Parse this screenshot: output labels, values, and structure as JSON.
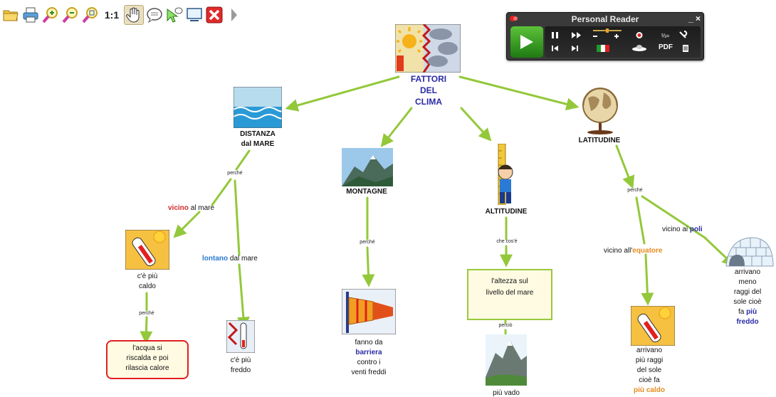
{
  "toolbar": {
    "zoom_label": "1:1",
    "icons": [
      "open-folder-icon",
      "print-icon",
      "zoom-in-icon",
      "zoom-out-icon",
      "zoom-search-icon",
      "actual-size-icon",
      "hand-icon",
      "speech-bubble-icon",
      "pointer-speech-icon",
      "screen-icon",
      "close-icon",
      "next-arrow-icon"
    ]
  },
  "reader": {
    "title": "Personal Reader",
    "minimize": "_",
    "close": "×",
    "pdf": "PDF"
  },
  "concept_map": {
    "root": [
      "FATTORI",
      "DEL",
      "CLIMA"
    ],
    "distanza": [
      "DISTANZA",
      "dal  MARE"
    ],
    "montagne": "MONTAGNE",
    "altitudine": "ALTITUDINE",
    "latitudine": "LATITUDINE",
    "perche": "perché",
    "vicino": "vicino",
    "al_mare": "al mare",
    "lontano": "lontano",
    "dal_mare": "dal mare",
    "caldo": [
      "c'è  più",
      "caldo"
    ],
    "freddo": [
      "c'è  più",
      "freddo"
    ],
    "acqua": [
      "l'acqua  si",
      "riscalda   e poi",
      "rilascia  calore"
    ],
    "barriera": [
      "fanno   da",
      "barriera",
      "contro   i",
      "venti  freddi"
    ],
    "che_cose": "che   cos'è",
    "altezza": [
      "l'altezza   sul",
      "livello  del  mare"
    ],
    "percio": "perciò",
    "piu_vado": "più   vado",
    "vicino_ai": "vicino  ai",
    "poli": "poli",
    "vicino_all": "vicino  all'",
    "equatore": "equatore",
    "meno": [
      "arrivano",
      "meno",
      "raggi   del",
      "sole  cioè",
      "fa"
    ],
    "piu_freddo": [
      "più",
      "freddo"
    ],
    "piu_raggi": [
      "arrivano",
      "più  raggi",
      "del  sole",
      "cioè  fa"
    ],
    "piu_caldo": "più  caldo"
  },
  "colors": {
    "arrow": "#93c83a",
    "red": "#d12a2a",
    "blue": "#2a7ad1",
    "navy": "#2a2aa6",
    "orange": "#e68a1f"
  }
}
